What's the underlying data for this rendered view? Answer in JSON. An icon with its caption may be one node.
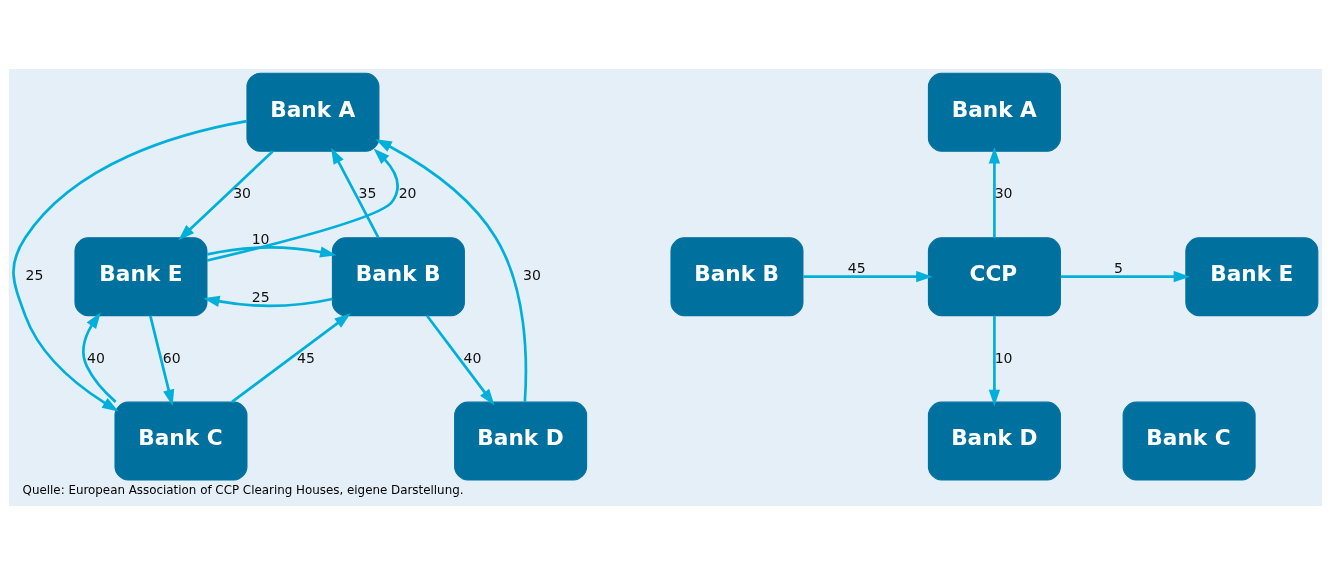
{
  "diagram": {
    "caption": "Quelle: European Association of CCP Clearing Houses, eigene Darstellung.",
    "nodes": [
      {
        "text": [
          "Bank A"
        ]
      },
      {
        "text": [
          "Bank E"
        ]
      },
      {
        "text": [
          "Bank B"
        ]
      },
      {
        "text": [
          "Bank D"
        ]
      },
      {
        "text": [
          "Bank C"
        ]
      },
      {
        "text": [
          "Bank A"
        ]
      },
      {
        "text": [
          "Bank E"
        ]
      },
      {
        "text": [
          "CCP"
        ]
      },
      {
        "text": [
          "Bank B"
        ]
      },
      {
        "text": [
          "Bank D"
        ]
      },
      {
        "text": [
          "Bank C"
        ]
      }
    ],
    "edges": [
      {
        "from": 1,
        "to": 0,
        "arrow": "to",
        "label": "20"
      },
      {
        "from": 0,
        "to": 1,
        "arrow": "to",
        "label": "30"
      },
      {
        "from": 2,
        "to": 0,
        "arrow": "to",
        "label": "35"
      },
      {
        "from": 2,
        "to": 1,
        "arrow": "to",
        "label": "25"
      },
      {
        "from": 1,
        "to": 2,
        "arrow": "to",
        "label": "10"
      },
      {
        "from": 3,
        "to": 0,
        "arrow": "to",
        "label": "30"
      },
      {
        "from": 0,
        "to": 4,
        "arrow": "to",
        "label": "25"
      },
      {
        "from": 2,
        "to": 3,
        "arrow": "to",
        "label": "40"
      },
      {
        "from": 4,
        "to": 1,
        "arrow": "to",
        "label": "40"
      },
      {
        "from": 1,
        "to": 4,
        "arrow": "to",
        "label": "60"
      },
      {
        "from": 4,
        "to": 2,
        "arrow": "to",
        "label": "45"
      },
      {
        "from": 7,
        "to": 5,
        "arrow": "to",
        "label": "30"
      },
      {
        "from": 7,
        "to": 6,
        "arrow": "to",
        "label": "5"
      },
      {
        "from": 8,
        "to": 7,
        "arrow": "to",
        "label": "45"
      },
      {
        "from": 7,
        "to": 9,
        "arrow": "to",
        "label": "10"
      }
    ]
  }
}
